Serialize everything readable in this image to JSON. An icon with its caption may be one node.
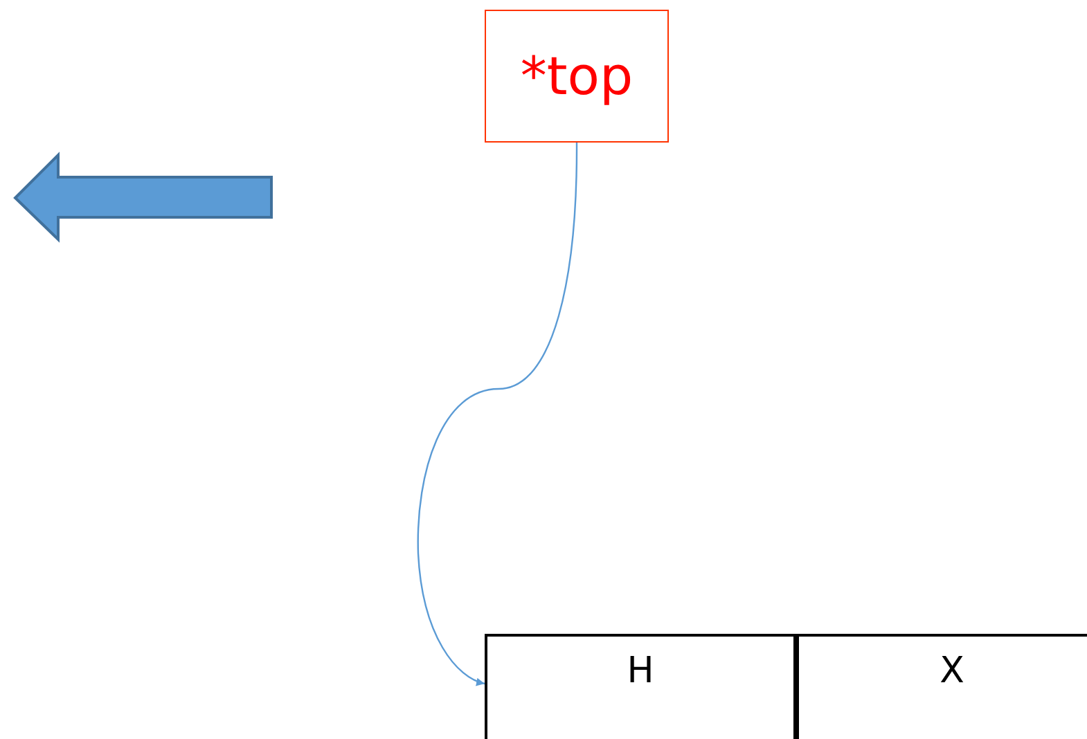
{
  "diagram": {
    "nodes": [
      {
        "text": [
          "*top"
        ]
      },
      {
        "text": [
          "H"
        ]
      },
      {
        "text": [
          "X"
        ]
      }
    ],
    "edges": [
      {
        "from": 0,
        "to": 1,
        "arrow": "to"
      }
    ]
  }
}
